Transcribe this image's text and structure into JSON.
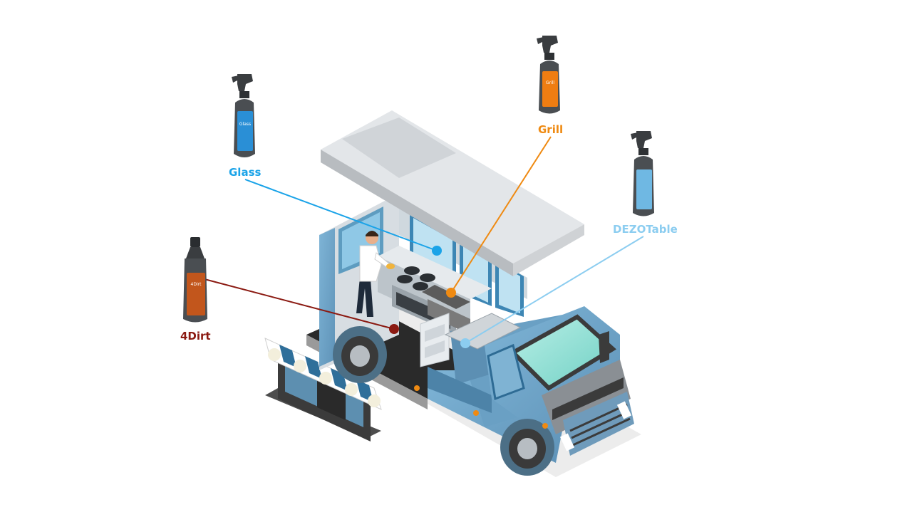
{
  "colors": {
    "glass": "#1aa3e8",
    "grill": "#ef8a12",
    "dezotable": "#8ccdf0",
    "dirt": "#8b1a12"
  },
  "products": [
    {
      "id": "glass",
      "label": "Glass",
      "bottle_text": "Glass"
    },
    {
      "id": "grill",
      "label": "Grill",
      "bottle_text": "Grill"
    },
    {
      "id": "dezotable",
      "label": "DEZOTable",
      "bottle_text": ""
    },
    {
      "id": "dirt",
      "label": "4Dirt",
      "bottle_text": "4Dirt"
    }
  ],
  "icons": {
    "bottle": "spray-bottle-icon",
    "truck": "food-truck-icon",
    "chef": "chef-icon",
    "awning": "market-stall-icon"
  }
}
